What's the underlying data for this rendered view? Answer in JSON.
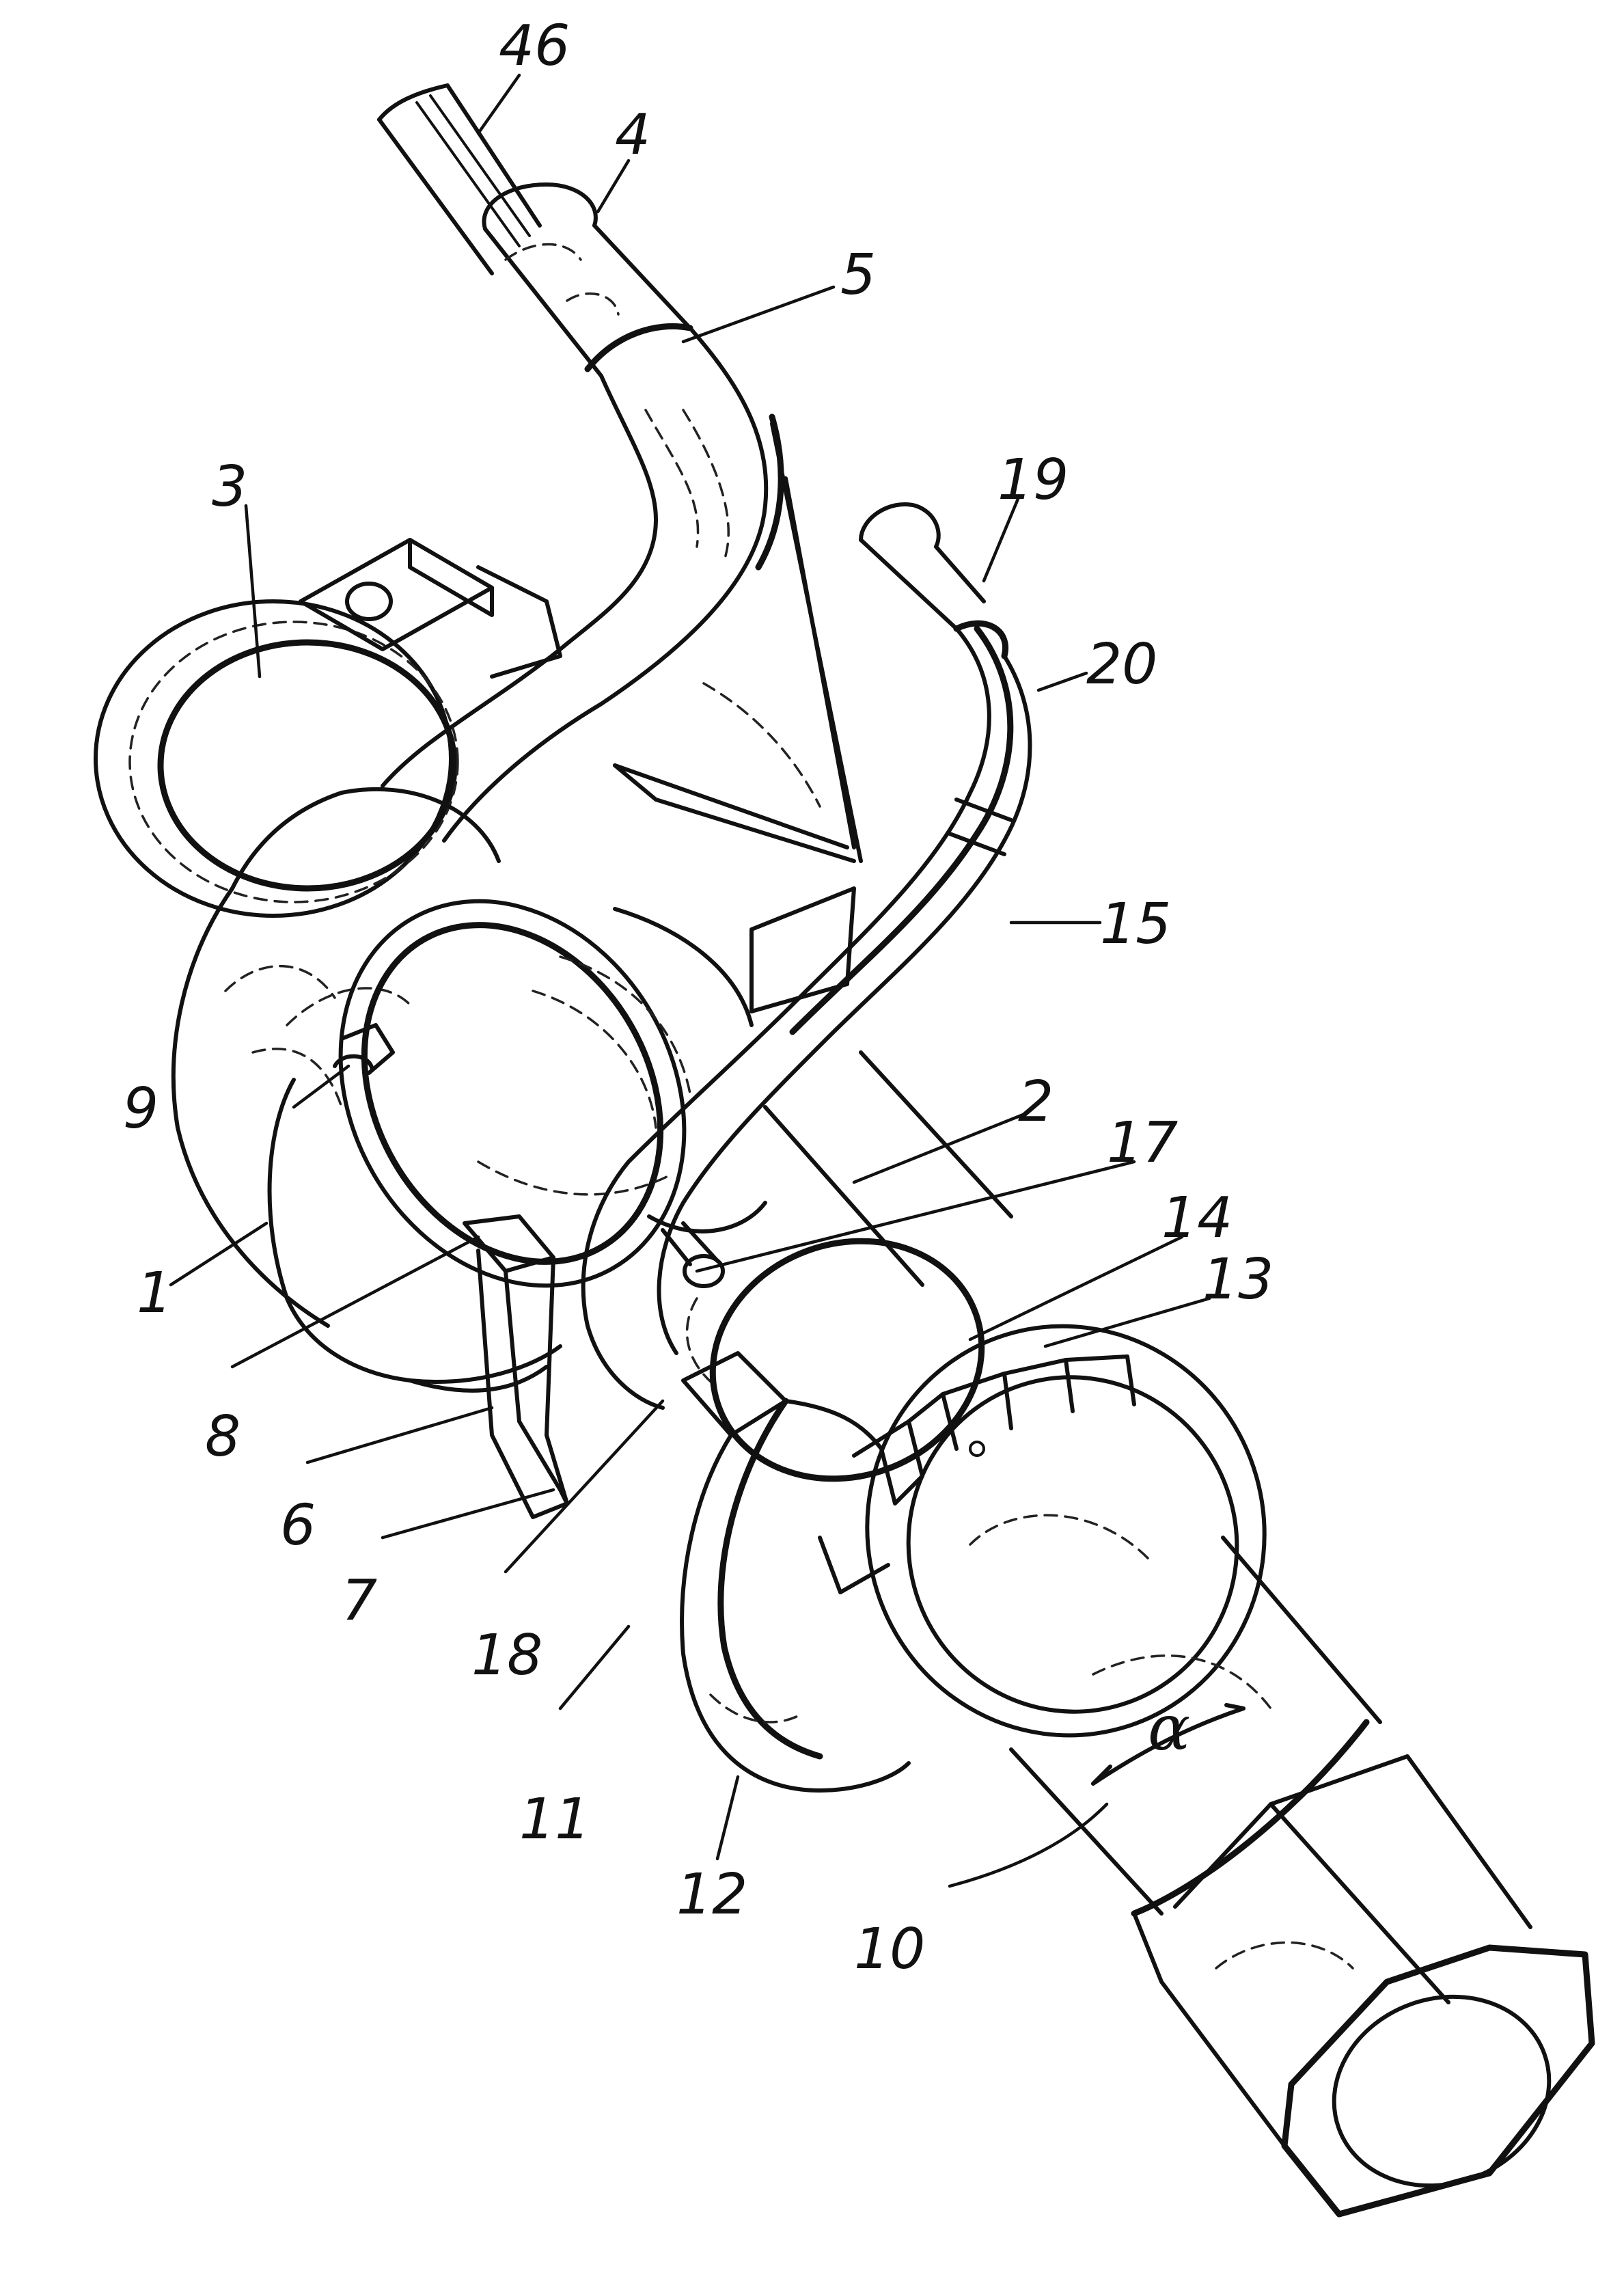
{
  "figure": {
    "reference_numerals": {
      "n46": "46",
      "n4": "4",
      "n5": "5",
      "n3": "3",
      "n19": "19",
      "n20": "20",
      "n15": "15",
      "n2": "2",
      "n17": "17",
      "n14": "14",
      "n13": "13",
      "n9": "9",
      "n1": "1",
      "n8": "8",
      "n6": "6",
      "n7": "7",
      "n18": "18",
      "n11": "11",
      "n12": "12",
      "n10": "10"
    },
    "angle_symbol": "α"
  }
}
